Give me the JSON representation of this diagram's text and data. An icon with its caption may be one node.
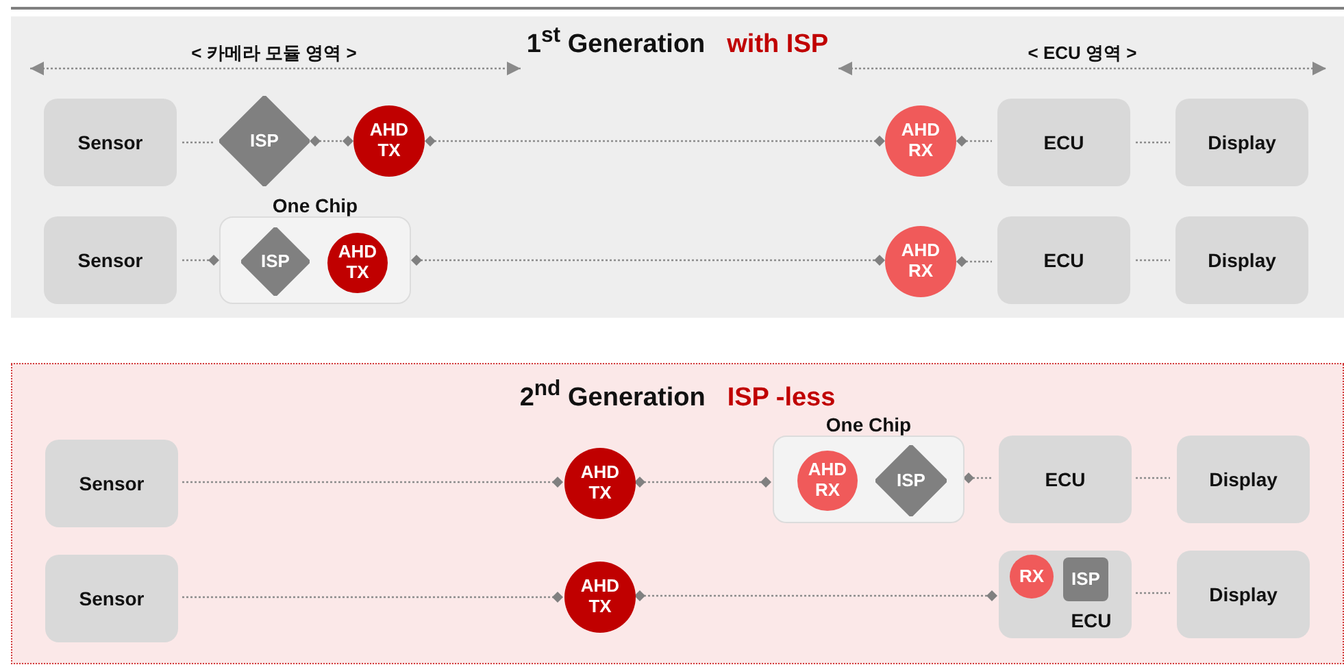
{
  "diagram": {
    "nodes": [
      {
        "text": [
          "1$^{st}$ Generation",
          "with ISP"
        ]
      },
      {
        "text": [
          "Sensor"
        ],
        "in": 0
      },
      {
        "text": [
          "ISP"
        ],
        "in": 0
      },
      {
        "text": [
          "AHD TX"
        ],
        "in": 0
      },
      {
        "text": [
          "AHD RX"
        ],
        "in": 0
      },
      {
        "text": [
          "ECU"
        ],
        "in": 0
      },
      {
        "text": [
          "Display"
        ],
        "in": 0
      },
      {
        "text": [
          "Sensor"
        ],
        "in": 0
      },
      {
        "text": [
          "One Chip"
        ],
        "in": 0
      },
      {
        "text": [
          "ISP"
        ],
        "in": 8
      },
      {
        "text": [
          "AHD TX"
        ],
        "in": 8
      },
      {
        "text": [
          "AHD RX"
        ],
        "in": 0
      },
      {
        "text": [
          "ECU"
        ],
        "in": 0
      },
      {
        "text": [
          "Display"
        ],
        "in": 0
      },
      {
        "text": [
          "2$^{nd}$ Generation",
          "ISP -less"
        ]
      },
      {
        "text": [
          "Sensor"
        ],
        "in": 14
      },
      {
        "text": [
          "AHD TX"
        ],
        "in": 14
      },
      {
        "text": [
          "One Chip"
        ],
        "in": 14
      },
      {
        "text": [
          "AHD RX"
        ],
        "in": 17
      },
      {
        "text": [
          "ISP"
        ],
        "in": 17
      },
      {
        "text": [
          "ECU"
        ],
        "in": 14
      },
      {
        "text": [
          "Display"
        ],
        "in": 14
      },
      {
        "text": [
          "Sensor"
        ],
        "in": 14
      },
      {
        "text": [
          "AHD TX"
        ],
        "in": 14
      },
      {
        "text": [
          "ECU"
        ],
        "in": 14
      },
      {
        "text": [
          "RX"
        ],
        "in": 24
      },
      {
        "text": [
          "ISP"
        ],
        "in": 24
      },
      {
        "text": [
          "Display"
        ],
        "in": 14
      }
    ],
    "edges": [
      {
        "from": 1,
        "to": 2,
        "arrow": "none"
      },
      {
        "from": 2,
        "to": 3,
        "arrow": "other"
      },
      {
        "from": 3,
        "to": 4,
        "arrow": "other"
      },
      {
        "from": 4,
        "to": 5,
        "arrow": "other"
      },
      {
        "from": 5,
        "to": 6,
        "arrow": "none"
      },
      {
        "from": 7,
        "to": 8,
        "arrow": "other"
      },
      {
        "from": 8,
        "to": 11,
        "arrow": "other"
      },
      {
        "from": 11,
        "to": 12,
        "arrow": "other"
      },
      {
        "from": 12,
        "to": 13,
        "arrow": "none"
      },
      {
        "from": 15,
        "to": 16,
        "arrow": "other"
      },
      {
        "from": 16,
        "to": 17,
        "arrow": "other"
      },
      {
        "from": 17,
        "to": 20,
        "arrow": "other"
      },
      {
        "from": 20,
        "to": 21,
        "arrow": "none"
      },
      {
        "from": 22,
        "to": 23,
        "arrow": "other"
      },
      {
        "from": 23,
        "to": 24,
        "arrow": "other"
      },
      {
        "from": 24,
        "to": 27,
        "arrow": "none"
      }
    ],
    "labels": [
      "< 카메라 모듈 영역 >",
      "< ECU 영역 >"
    ]
  }
}
